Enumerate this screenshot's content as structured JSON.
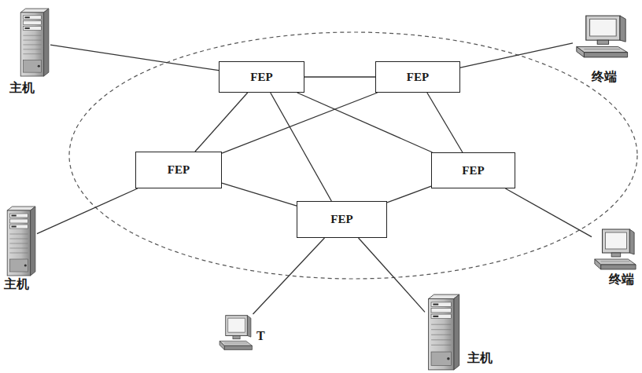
{
  "diagram": {
    "nodes": [
      {
        "text": [
          "主机"
        ]
      },
      {
        "text": [
          "FEP"
        ]
      },
      {
        "text": [
          "FEP"
        ]
      },
      {
        "text": [
          "终端"
        ]
      },
      {
        "text": [
          "FEP"
        ]
      },
      {
        "text": [
          "FEP"
        ]
      },
      {
        "text": [
          "主机"
        ]
      },
      {
        "text": [
          "FEP"
        ]
      },
      {
        "text": [
          "终端"
        ]
      },
      {
        "text": [
          "T"
        ]
      },
      {
        "text": [
          "主机"
        ]
      }
    ],
    "edges": [
      {
        "from": 0,
        "to": 1,
        "arrow": "none"
      },
      {
        "from": 1,
        "to": 2,
        "arrow": "none"
      },
      {
        "from": 2,
        "to": 3,
        "arrow": "none"
      },
      {
        "from": 1,
        "to": 4,
        "arrow": "none"
      },
      {
        "from": 1,
        "to": 7,
        "arrow": "none"
      },
      {
        "from": 1,
        "to": 5,
        "arrow": "none"
      },
      {
        "from": 2,
        "to": 4,
        "arrow": "none"
      },
      {
        "from": 2,
        "to": 5,
        "arrow": "none"
      },
      {
        "from": 4,
        "to": 7,
        "arrow": "none"
      },
      {
        "from": 5,
        "to": 7,
        "arrow": "none"
      },
      {
        "from": 4,
        "to": 6,
        "arrow": "none"
      },
      {
        "from": 5,
        "to": 8,
        "arrow": "none"
      },
      {
        "from": 7,
        "to": 9,
        "arrow": "none"
      },
      {
        "from": 7,
        "to": 10,
        "arrow": "none"
      }
    ]
  }
}
